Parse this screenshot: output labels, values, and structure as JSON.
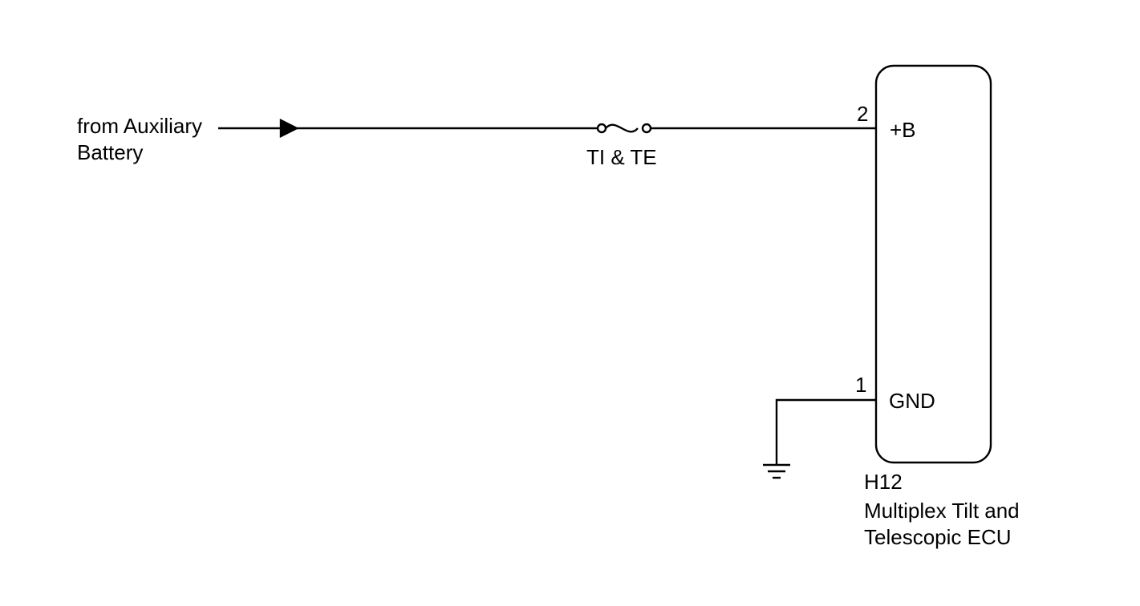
{
  "source": {
    "line1": "from Auxiliary",
    "line2": "Battery"
  },
  "fuse": {
    "label": "TI & TE"
  },
  "ecu": {
    "code": "H12",
    "name_line1": "Multiplex Tilt and",
    "name_line2": "Telescopic ECU",
    "pins": [
      {
        "number": "2",
        "name": "+B"
      },
      {
        "number": "1",
        "name": "GND"
      }
    ]
  },
  "colors": {
    "line": "#000000",
    "background": "#ffffff"
  }
}
